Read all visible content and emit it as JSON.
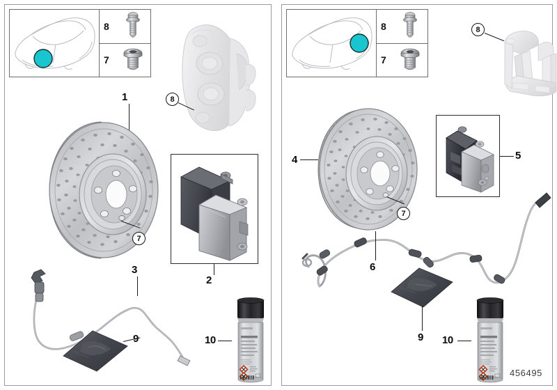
{
  "diagram": {
    "id_number": "456495",
    "title": "Brake service kit parts diagram",
    "panels": [
      {
        "key": "front",
        "name": "front-axle-panel",
        "vehicle_thumb": {
          "name": "vehicle-silhouette-front",
          "highlight_color": "#19c6cf",
          "position": "front-wheel"
        },
        "legend_screws": [
          {
            "number": "8",
            "icon": "flange-hex-bolt-icon"
          },
          {
            "number": "7",
            "icon": "countersunk-socket-screw-icon"
          }
        ],
        "callouts": [
          {
            "number": "1",
            "name": "callout-brake-disc-front",
            "style": "plain"
          },
          {
            "number": "8",
            "name": "callout-brake-caliper-front",
            "style": "circled"
          },
          {
            "number": "7",
            "name": "callout-disc-retaining-screw-front",
            "style": "circled"
          },
          {
            "number": "2",
            "name": "callout-brake-pad-set-front",
            "style": "plain"
          },
          {
            "number": "3",
            "name": "callout-wear-sensor-front",
            "style": "plain"
          },
          {
            "number": "9",
            "name": "callout-lubricant-sachet-front",
            "style": "plain"
          },
          {
            "number": "10",
            "name": "callout-spray-can-front",
            "style": "plain"
          }
        ]
      },
      {
        "key": "rear",
        "name": "rear-axle-panel",
        "vehicle_thumb": {
          "name": "vehicle-silhouette-rear",
          "highlight_color": "#19c6cf",
          "position": "rear-wheel"
        },
        "legend_screws": [
          {
            "number": "8",
            "icon": "flange-hex-bolt-icon"
          },
          {
            "number": "7",
            "icon": "countersunk-socket-screw-icon"
          }
        ],
        "callouts": [
          {
            "number": "8",
            "name": "callout-caliper-carrier-rear",
            "style": "circled"
          },
          {
            "number": "4",
            "name": "callout-brake-disc-rear",
            "style": "plain"
          },
          {
            "number": "7",
            "name": "callout-disc-retaining-screw-rear",
            "style": "circled"
          },
          {
            "number": "5",
            "name": "callout-brake-pad-set-rear",
            "style": "plain"
          },
          {
            "number": "6",
            "name": "callout-wear-sensor-rear",
            "style": "plain"
          },
          {
            "number": "9",
            "name": "callout-lubricant-sachet-rear",
            "style": "plain"
          },
          {
            "number": "10",
            "name": "callout-spray-can-rear",
            "style": "plain"
          }
        ]
      }
    ],
    "colors": {
      "highlight": "#19c6cf",
      "panel_border": "#9a9a9a",
      "box_border": "#2a2a2a",
      "metal_light": "#d2d2d4",
      "metal_mid": "#a9a9ad",
      "metal_dark": "#6f7075",
      "ghost": "#e9e9ea",
      "pad_dark": "#3b3d42",
      "can_cap": "#161616",
      "hazard": "#c23b16"
    }
  }
}
